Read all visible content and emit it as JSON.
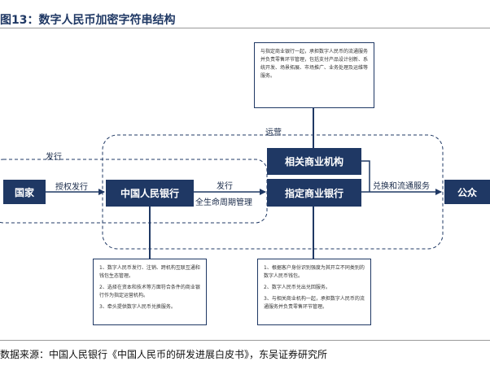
{
  "figure": {
    "title": "图13：数字人民币加密字符串结构",
    "source": "数据来源：中国人民银行《中国人民币的研发进展白皮书》，东吴证券研究所"
  },
  "nodes": {
    "country": "国家",
    "pboc": "中国人民银行",
    "related_institutions": "相关商业机构",
    "designated_banks": "指定商业银行",
    "public": "公众"
  },
  "edge_labels": {
    "authorize_issue": "授权发行",
    "issue": "发行",
    "lifecycle": "全生命周期管理",
    "issue_region": "发行",
    "operation_region": "运营",
    "exchange_service": "兑换和流通服务"
  },
  "notes": {
    "top": [
      "与指定商业银行一起，承担数字人民币的流通服务并负责零售环节管理，包括支付产品设计创新、系统开发、场景拓展、市场推广、业务处理及运维等服务。"
    ],
    "bottom_left": [
      "1、数字人民币发行、注销、跨机构互联互通和钱包生态管理。",
      "2、选择在资本和技术等方面符合条件的商业银行作为指定运营机构。",
      "3、牵头提供数字人民币兑换服务。"
    ],
    "bottom_right": [
      "1、根据客户身份识别强度为其开立不同类别的数字人民币钱包。",
      "2、数字人民币兑出兑回服务。",
      "3、与相关商业机构一起，承担数字人民币的流通服务并负责零售环节管理。"
    ]
  },
  "colors": {
    "node_fill": "#1f3864",
    "line": "#1f3864"
  }
}
